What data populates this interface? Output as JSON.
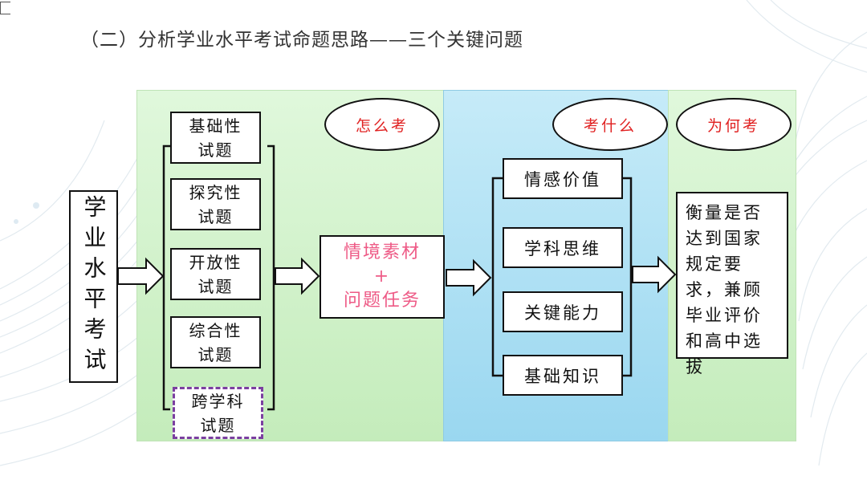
{
  "title": "（二）分析学业水平考试命题思路——三个关键问题",
  "left_box": "学业水平考试",
  "question_types": [
    {
      "line1": "基础性",
      "line2": "试题"
    },
    {
      "line1": "探究性",
      "line2": "试题"
    },
    {
      "line1": "开放性",
      "line2": "试题"
    },
    {
      "line1": "综合性",
      "line2": "试题"
    },
    {
      "line1": "跨学科",
      "line2": "试题"
    }
  ],
  "center_box": {
    "line1": "情境素材",
    "line2": "+",
    "line3": "问题任务"
  },
  "ovals": {
    "how": "怎么考",
    "what": "考什么",
    "why": "为何考"
  },
  "aspects": [
    "情感价值",
    "学科思维",
    "关键能力",
    "基础知识"
  ],
  "final_box": "衡量是否达到国家规定要求，兼顾毕业评价和高中选拔",
  "colors": {
    "oval_text": "#e02020",
    "center_text": "#ee5a86",
    "dashed_border": "#7b3fa0",
    "panel_green": "#cdeec6",
    "panel_blue": "#a8dcf2"
  }
}
